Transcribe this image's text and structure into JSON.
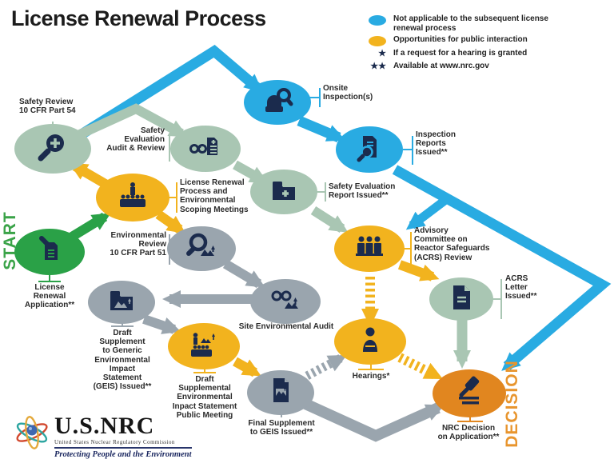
{
  "title": "License Renewal Process",
  "legend": {
    "items": [
      {
        "key": "blue-oval",
        "label": "Not applicable to the subsequent license\nrenewal process"
      },
      {
        "key": "yellow-oval",
        "label": "Opportunities for public interaction"
      },
      {
        "key": "star",
        "symbol": "★",
        "label": "If a request for a hearing is granted"
      },
      {
        "key": "double-star",
        "symbol": "★★",
        "label": "Available at www.nrc.gov"
      }
    ]
  },
  "flow": {
    "start_label": "START",
    "decision_label": "DECISION",
    "nodes": [
      {
        "id": "safety-review",
        "color": "sage",
        "icon": "magnifier-plus-icon",
        "label": "Safety Review\n10 CFR Part 54"
      },
      {
        "id": "onsite-inspection",
        "color": "blue",
        "icon": "reactor-magnifier-icon",
        "label": "Onsite\nInspection(s)"
      },
      {
        "id": "safety-eval-audit",
        "color": "sage",
        "icon": "glasses-document-icon",
        "label": "Safety\nEvaluation\nAudit & Review"
      },
      {
        "id": "inspection-reports",
        "color": "blue",
        "icon": "document-magnifier-icon",
        "label": "Inspection\nReports\nIssued**"
      },
      {
        "id": "scoping-meetings",
        "color": "yellow",
        "icon": "public-meeting-icon",
        "label": "License Renewal\nProcess and\nEnvironmental\nScoping Meetings"
      },
      {
        "id": "safety-eval-report",
        "color": "sage",
        "icon": "folder-plus-icon",
        "label": "Safety Evaluation\nReport Issued**"
      },
      {
        "id": "license-renewal-application",
        "color": "green",
        "icon": "document-pen-icon",
        "label": "License\nRenewal\nApplication**"
      },
      {
        "id": "environmental-review",
        "color": "gray",
        "icon": "magnifier-tree-icon",
        "label": "Environmental\nReview\n10 CFR Part 51"
      },
      {
        "id": "acrs-review",
        "color": "yellow",
        "icon": "committee-panel-icon",
        "label": "Advisory\nCommittee on\nReactor Safeguards\n(ACRS) Review"
      },
      {
        "id": "acrs-letter",
        "color": "sage",
        "icon": "letter-document-icon",
        "label": "ACRS\nLetter\nIssued**"
      },
      {
        "id": "site-environmental-audit",
        "color": "gray",
        "icon": "glasses-tree-icon",
        "label": "Site Environmental Audit"
      },
      {
        "id": "draft-supplement-geis",
        "color": "gray",
        "icon": "folder-tree-icon",
        "label": "Draft\nSupplement\nto Generic\nEnvironmental\nImpact\nStatement\n(GEIS) Issued**"
      },
      {
        "id": "draft-supplemental-meeting",
        "color": "yellow",
        "icon": "meeting-tree-icon",
        "label": "Draft\nSupplemental\nEnvironmental\nInpact Statement\nPublic Meeting"
      },
      {
        "id": "final-supplement-geis",
        "color": "gray",
        "icon": "document-mountain-icon",
        "label": "Final Supplement\nto GEIS Issued**"
      },
      {
        "id": "hearings",
        "color": "yellow",
        "icon": "person-icon",
        "label": "Hearings*"
      },
      {
        "id": "nrc-decision",
        "color": "orange",
        "icon": "gavel-icon",
        "label": "NRC Decision\non Application**"
      }
    ]
  },
  "logo": {
    "brand": "U.S.NRC",
    "subtitle": "United States Nuclear Regulatory Commission",
    "tagline": "Protecting People and the Environment"
  },
  "colors": {
    "blue": "#29abe2",
    "sage": "#a9c6b3",
    "yellow": "#f2b31e",
    "gray": "#9aa5ae",
    "green": "#2aa147",
    "orange": "#e1861f",
    "navy": "#1b2b4d",
    "startgreen": "#3aa348",
    "decorange": "#e8952e"
  }
}
